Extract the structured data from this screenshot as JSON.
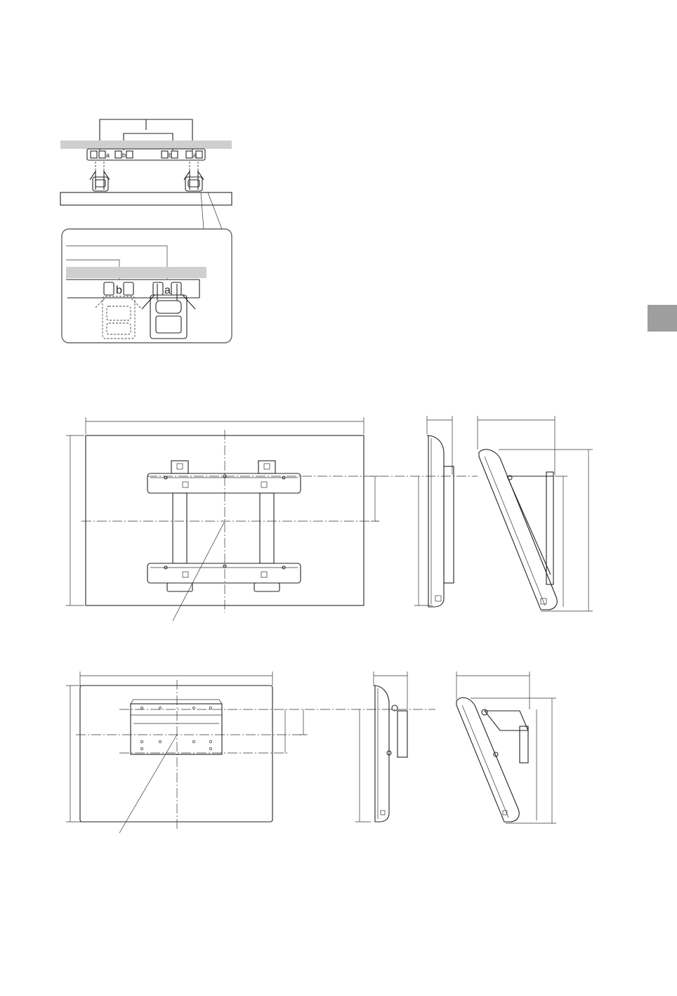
{
  "callout": {
    "label_a": "a",
    "label_b": "b",
    "label_a_small": "a",
    "label_b_small": "b"
  },
  "colors": {
    "band": "#cfcfcf",
    "tab": "#9e9e9e",
    "ink": "#222222"
  }
}
